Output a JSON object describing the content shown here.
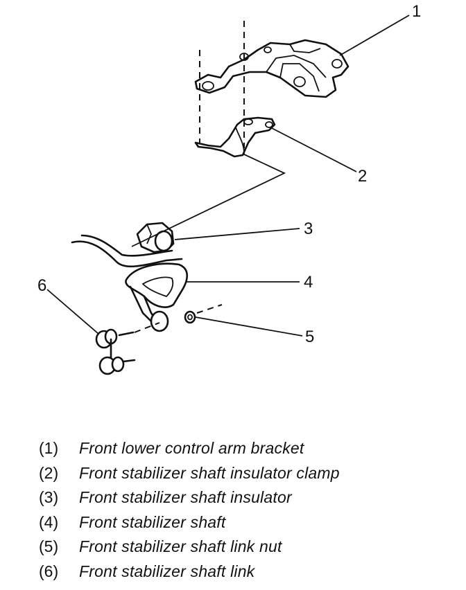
{
  "callouts": [
    "1",
    "2",
    "3",
    "4",
    "5",
    "6"
  ],
  "legend": [
    {
      "num": "(1)",
      "text": "Front lower control arm bracket"
    },
    {
      "num": "(2)",
      "text": "Front stabilizer shaft insulator clamp"
    },
    {
      "num": "(3)",
      "text": "Front stabilizer shaft insulator"
    },
    {
      "num": "(4)",
      "text": "Front stabilizer shaft"
    },
    {
      "num": "(5)",
      "text": "Front stabilizer shaft link nut"
    },
    {
      "num": "(6)",
      "text": "Front stabilizer shaft link"
    }
  ]
}
